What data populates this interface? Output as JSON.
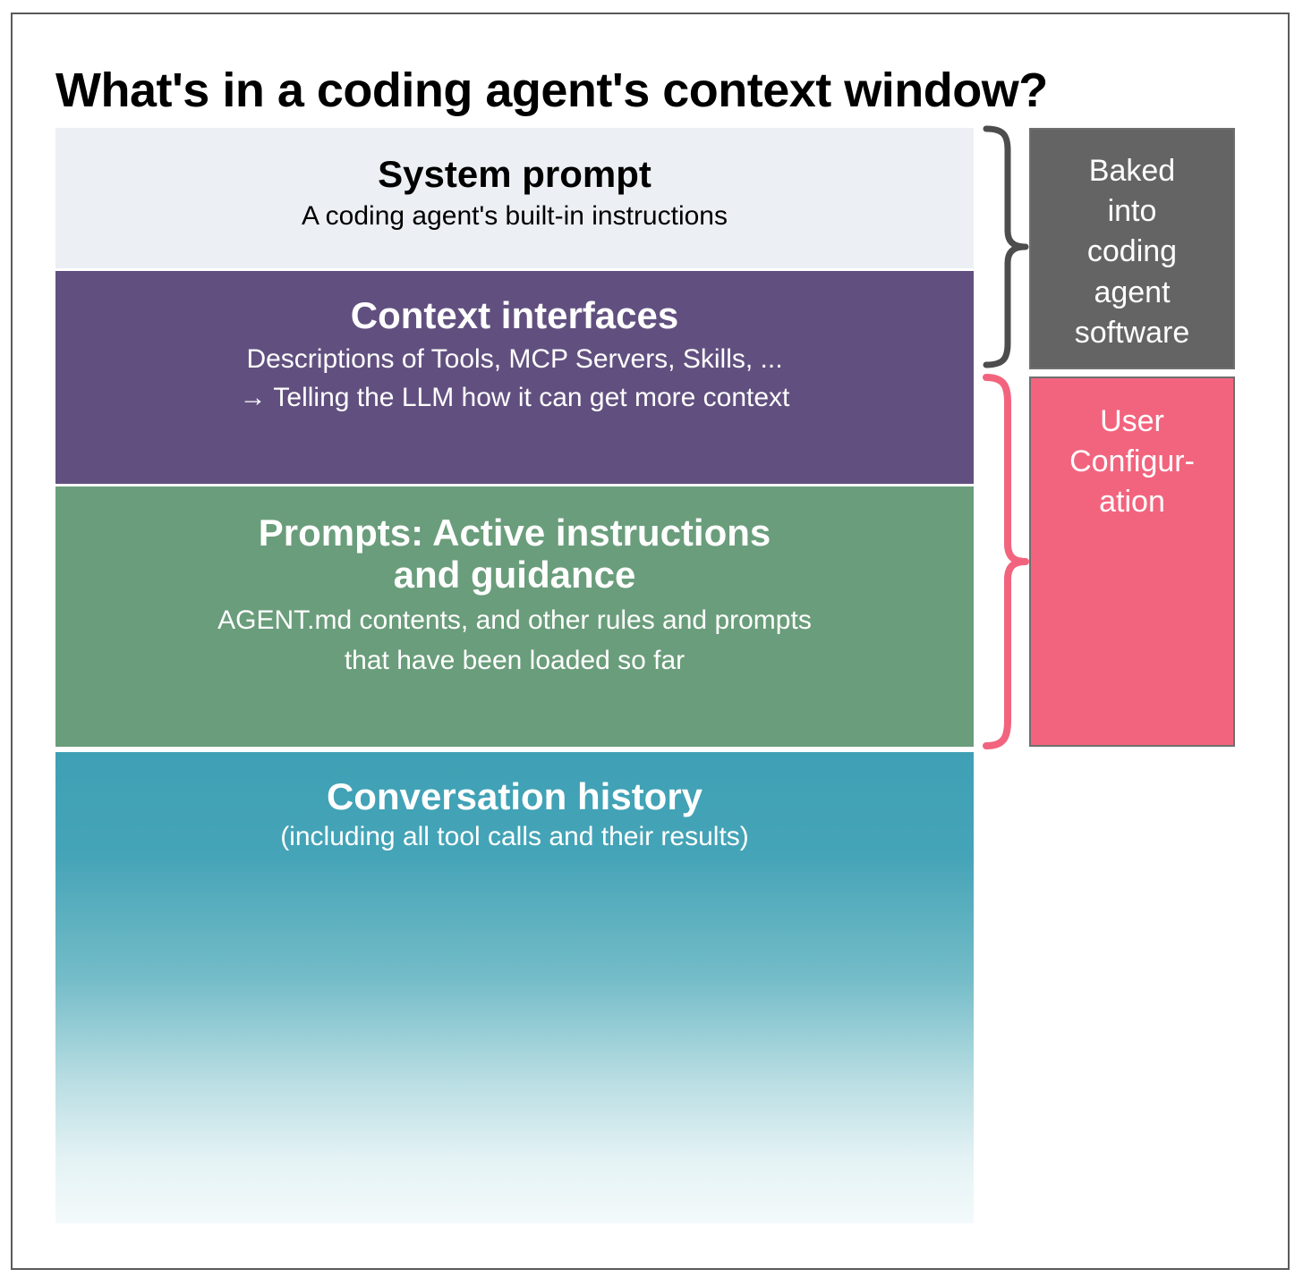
{
  "page": {
    "title": "What's in a coding agent's context window?",
    "background_color": "#ffffff",
    "border_color": "#5a5a5a"
  },
  "stack": {
    "bands": [
      {
        "key": "system_prompt",
        "title": "System prompt",
        "subtitle_lines": [
          "A coding agent's built-in instructions"
        ],
        "background_color": "#eceff3",
        "text_color": "#000000"
      },
      {
        "key": "context_interfaces",
        "title": "Context interfaces",
        "subtitle_lines": [
          "Descriptions of Tools, MCP Servers, Skills, ...",
          "→ Telling the LLM how it can get more context"
        ],
        "background_color": "#61507f",
        "text_color": "#ffffff"
      },
      {
        "key": "prompts",
        "title_lines": [
          "Prompts: Active instructions",
          "and guidance"
        ],
        "subtitle_lines": [
          "AGENT.md contents, and other rules and prompts",
          "that have been loaded so far"
        ],
        "background_color": "#6a9d7b",
        "text_color": "#ffffff"
      },
      {
        "key": "conversation_history",
        "title": "Conversation history",
        "subtitle_lines": [
          "(including all tool calls and their results)"
        ],
        "background_color_top": "#3fa0b5",
        "background_color_bottom": "#f4fafb",
        "text_color": "#ffffff"
      }
    ]
  },
  "annotations": [
    {
      "key": "baked_in",
      "lines": [
        "Baked",
        "into",
        "coding",
        "agent",
        "software"
      ],
      "background_color": "#646464",
      "brace_color": "#4d4d4d",
      "text_color": "#ffffff"
    },
    {
      "key": "user_configuration",
      "lines": [
        "User",
        "Configur-",
        "ation"
      ],
      "background_color": "#f2647e",
      "brace_color": "#f2647e",
      "text_color": "#ffffff"
    }
  ],
  "band_text": {
    "system_title": "System prompt",
    "system_sub_1": "A coding agent's built-in instructions",
    "context_title": "Context interfaces",
    "context_sub_1": "Descriptions of Tools, MCP Servers, Skills, ...",
    "context_sub_2": "→ Telling the LLM how it can get more context",
    "prompts_title_1": "Prompts: Active instructions",
    "prompts_title_2": "and guidance",
    "prompts_sub_1": "AGENT.md contents, and other rules and prompts",
    "prompts_sub_2": "that have been loaded so far",
    "conversation_title": "Conversation history",
    "conversation_sub_1": "(including all tool calls and their results)"
  },
  "annotation_text": {
    "baked_line_1": "Baked",
    "baked_line_2": "into",
    "baked_line_3": "coding",
    "baked_line_4": "agent",
    "baked_line_5": "software",
    "userconfig_line_1": "User",
    "userconfig_line_2": "Configur-",
    "userconfig_line_3": "ation"
  }
}
